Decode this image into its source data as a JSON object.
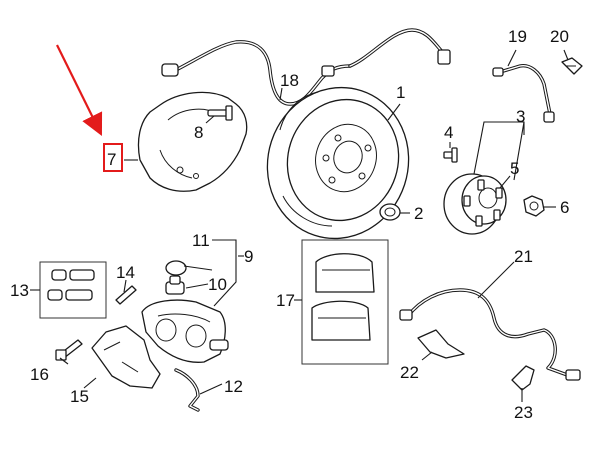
{
  "callouts": {
    "c1": "1",
    "c2": "2",
    "c3": "3",
    "c4": "4",
    "c5": "5",
    "c6": "6",
    "c7": "7",
    "c8": "8",
    "c9": "9",
    "c10": "10",
    "c11": "11",
    "c12": "12",
    "c13": "13",
    "c14": "14",
    "c15": "15",
    "c16": "16",
    "c17": "17",
    "c18": "18",
    "c19": "19",
    "c20": "20",
    "c21": "21",
    "c22": "22",
    "c23": "23"
  },
  "highlight": {
    "target_callout": "7",
    "color": "#e31b1b"
  }
}
